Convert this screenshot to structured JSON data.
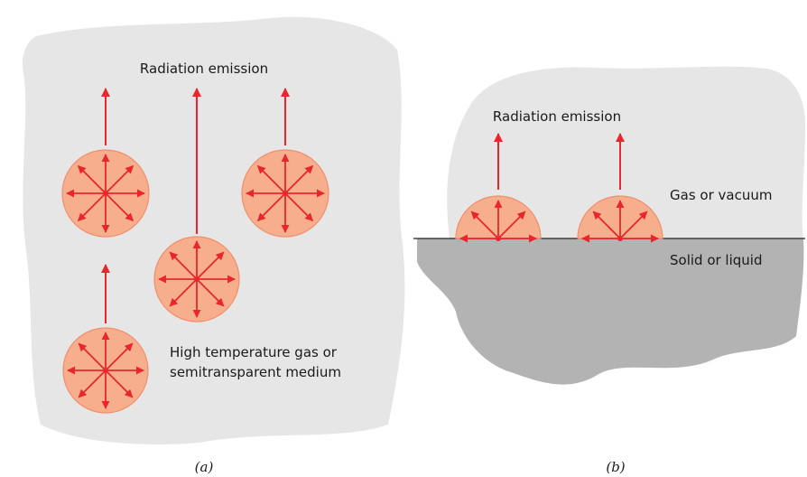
{
  "panel_a": {
    "title": "Radiation emission",
    "medium_label_line1": "High temperature gas or",
    "medium_label_line2": "semitransparent medium",
    "caption": "(a)"
  },
  "panel_b": {
    "title": "Radiation emission",
    "upper_region_label": "Gas or vacuum",
    "lower_region_label": "Solid or liquid",
    "caption": "(b)"
  },
  "colors": {
    "arrow": "#e8262b",
    "emitter_fill": "#f6ae8d",
    "emitter_stroke": "#ef8f6d",
    "gas_region": "#e6e6e6",
    "solid_region": "#b3b3b3",
    "interface_line": "#222222"
  }
}
